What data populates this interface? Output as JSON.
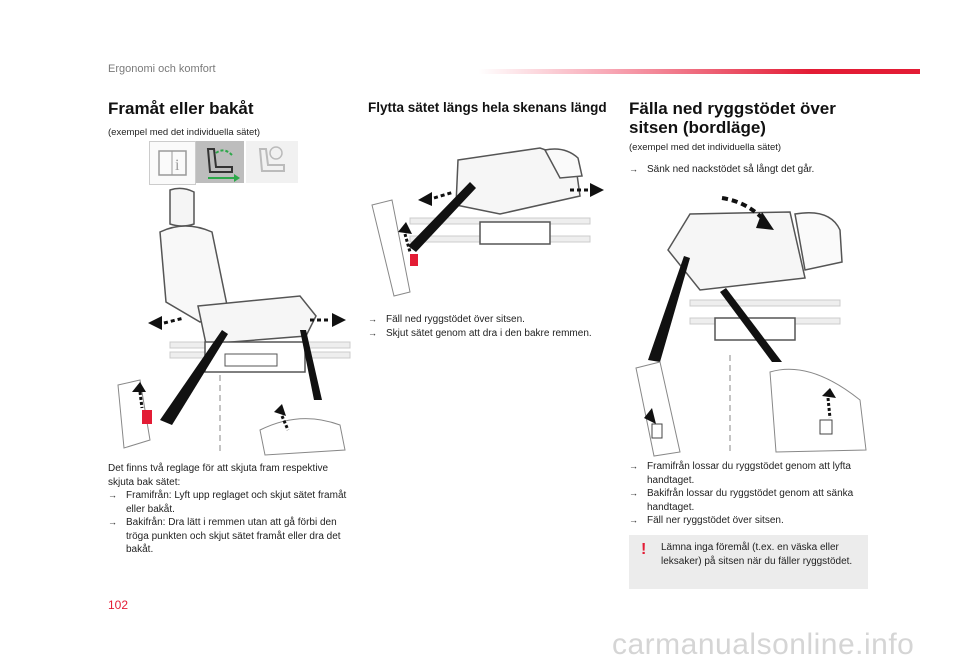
{
  "header": {
    "section": "Ergonomi och komfort"
  },
  "col1": {
    "title": "Framåt eller bakåt",
    "subtitle": "(exempel med det individuella sätet)",
    "intro": "Det finns två reglage för att skjuta fram respektive skjuta bak sätet:",
    "bullets": [
      "Framifrån: Lyft upp reglaget och skjut sätet framåt eller bakåt.",
      "Bakifrån: Dra lätt i remmen utan att gå förbi den tröga punkten och skjut sätet framåt eller dra det bakåt."
    ]
  },
  "col2": {
    "title": "Flytta sätet längs hela skenans längd",
    "bullets": [
      "Fäll ned ryggstödet över sitsen.",
      "Skjut sätet genom att dra i den bakre remmen."
    ]
  },
  "col3": {
    "title": "Fälla ned ryggstödet över sitsen (bordläge)",
    "subtitle": "(exempel med det individuella sätet)",
    "bullet_top": "Sänk ned nackstödet så långt det går.",
    "bullets": [
      "Framifrån lossar du ryggstödet genom att lyfta handtaget.",
      "Bakifrån lossar du ryggstödet genom att sänka handtaget.",
      "Fäll ner ryggstödet över sitsen."
    ],
    "warning_symbol": "!",
    "warning": "Lämna inga föremål (t.ex. en väska eller leksaker) på sitsen när du fäller ryggstödet."
  },
  "page_number": "102",
  "watermark": "carmanualsonline.info",
  "icons": {
    "info_icon": "info",
    "seat_slide_icon": "i",
    "seat_heat_icon": "seat-heat",
    "accent": "#e31c35"
  }
}
